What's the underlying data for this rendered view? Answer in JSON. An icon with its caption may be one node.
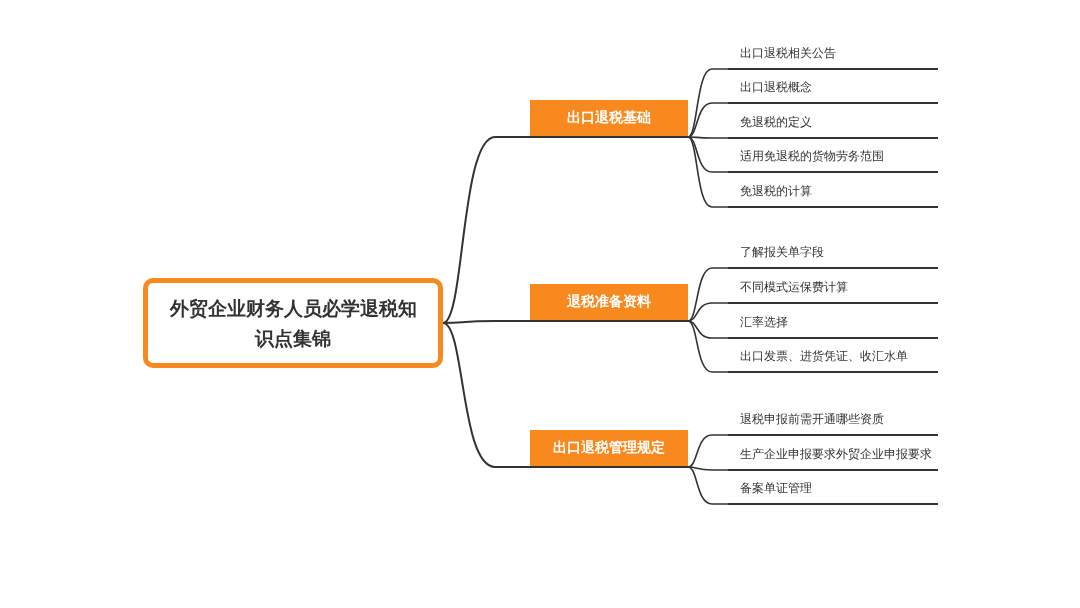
{
  "diagram": {
    "nodes": [
      {
        "text": [
          "外贸企业财务人员必学退税知识点集锦"
        ]
      },
      {
        "text": [
          "出口退税基础"
        ]
      },
      {
        "text": [
          "出口退税相关公告"
        ]
      },
      {
        "text": [
          "出口退税概念"
        ]
      },
      {
        "text": [
          "免退税的定义"
        ]
      },
      {
        "text": [
          "适用免退税的货物劳务范围"
        ]
      },
      {
        "text": [
          "免退税的计算"
        ]
      },
      {
        "text": [
          "退税准备资料"
        ]
      },
      {
        "text": [
          "了解报关单字段"
        ]
      },
      {
        "text": [
          "不同模式运保费计算"
        ]
      },
      {
        "text": [
          "汇率选择"
        ]
      },
      {
        "text": [
          "出口发票、进货凭证、收汇水单"
        ]
      },
      {
        "text": [
          "出口退税管理规定"
        ]
      },
      {
        "text": [
          "退税申报前需开通哪些资质"
        ]
      },
      {
        "text": [
          "生产企业申报要求外贸企业申报要求"
        ]
      },
      {
        "text": [
          "备案单证管理"
        ]
      }
    ],
    "edges": [
      {
        "from": 0,
        "to": 1,
        "arrow": "none"
      },
      {
        "from": 0,
        "to": 7,
        "arrow": "none"
      },
      {
        "from": 0,
        "to": 12,
        "arrow": "none"
      },
      {
        "from": 1,
        "to": 2,
        "arrow": "none"
      },
      {
        "from": 1,
        "to": 3,
        "arrow": "none"
      },
      {
        "from": 1,
        "to": 4,
        "arrow": "none"
      },
      {
        "from": 1,
        "to": 5,
        "arrow": "none"
      },
      {
        "from": 1,
        "to": 6,
        "arrow": "none"
      },
      {
        "from": 7,
        "to": 8,
        "arrow": "none"
      },
      {
        "from": 7,
        "to": 9,
        "arrow": "none"
      },
      {
        "from": 7,
        "to": 10,
        "arrow": "none"
      },
      {
        "from": 7,
        "to": 11,
        "arrow": "none"
      },
      {
        "from": 12,
        "to": 13,
        "arrow": "none"
      },
      {
        "from": 12,
        "to": 14,
        "arrow": "none"
      },
      {
        "from": 12,
        "to": 15,
        "arrow": "none"
      }
    ]
  }
}
